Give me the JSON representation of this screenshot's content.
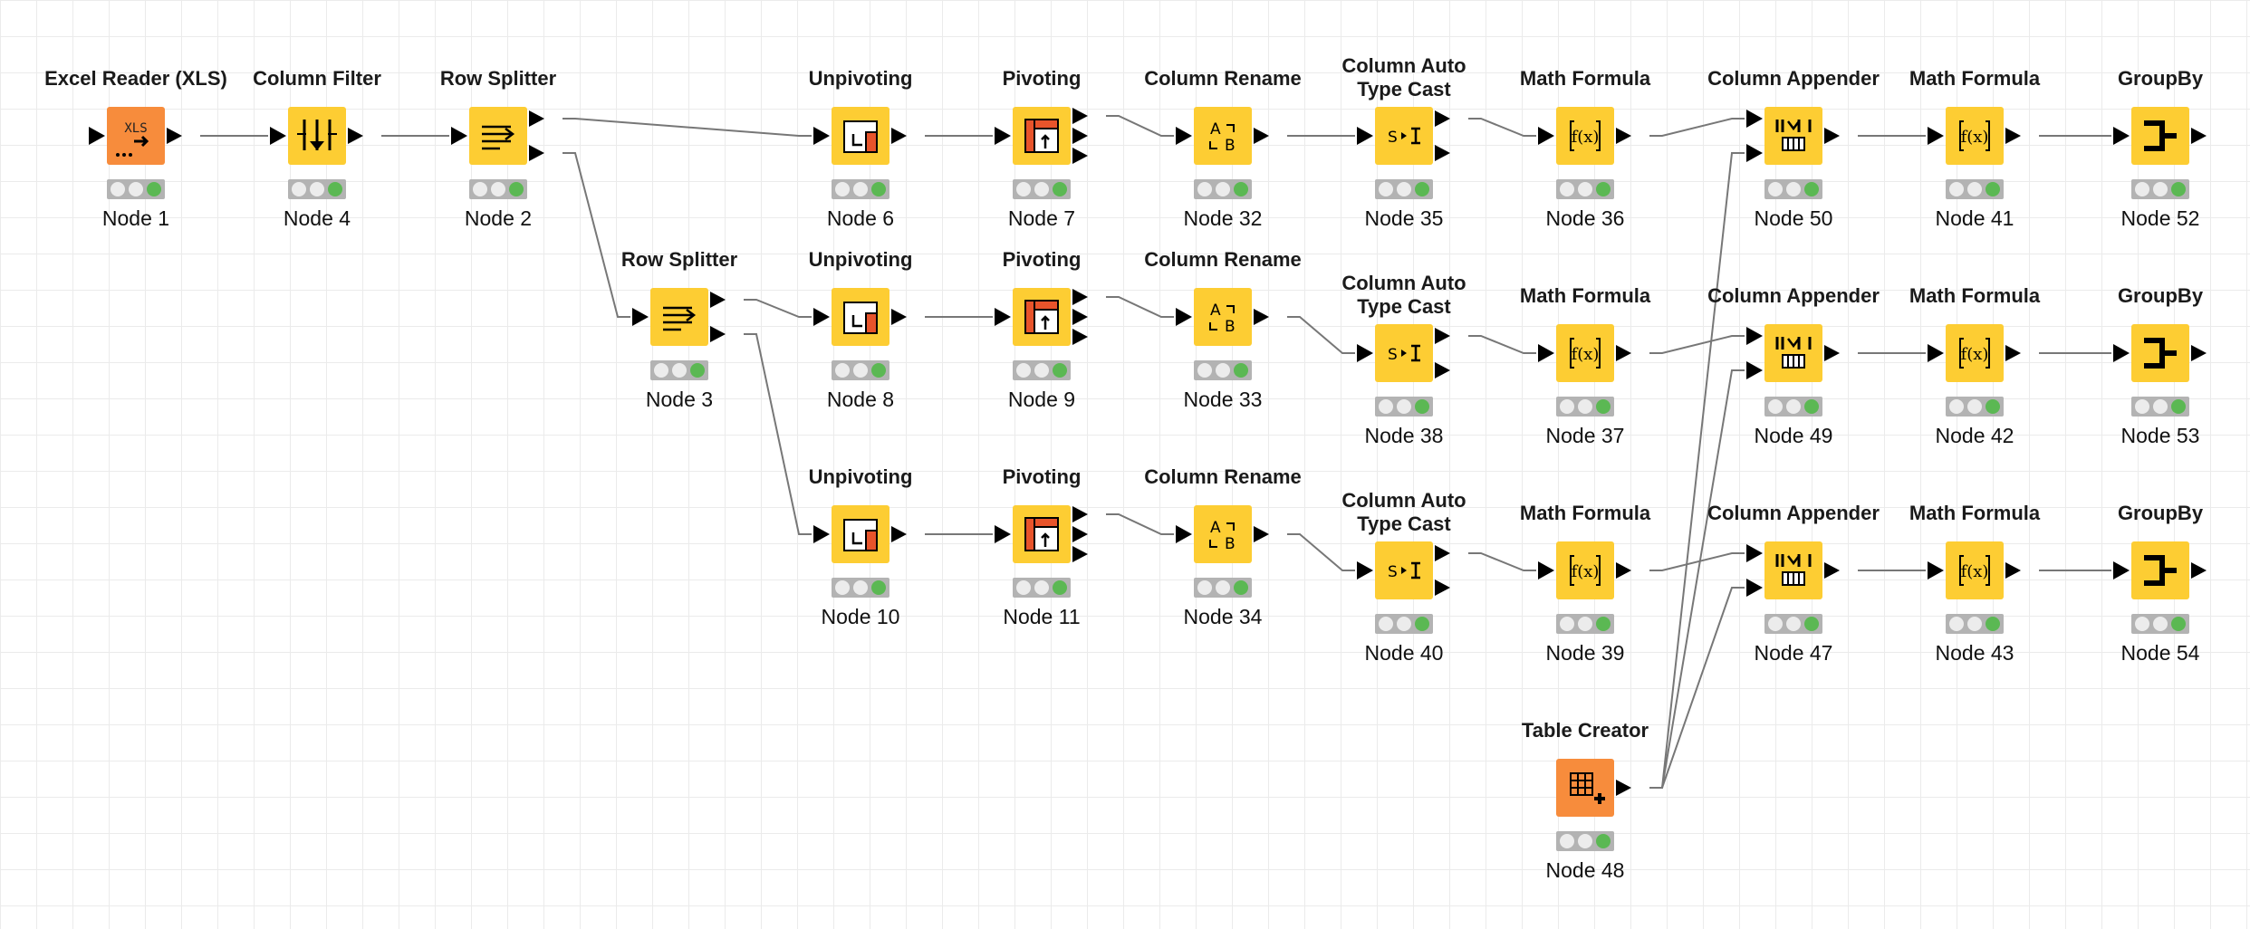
{
  "workflow": {
    "nodes": [
      {
        "id": "n1",
        "title": "Excel Reader (XLS)",
        "label": "Node 1",
        "type": "excel-reader",
        "color": "orange"
      },
      {
        "id": "n4",
        "title": "Column Filter",
        "label": "Node 4",
        "type": "column-filter",
        "color": "yellow"
      },
      {
        "id": "n2",
        "title": "Row Splitter",
        "label": "Node 2",
        "type": "row-splitter",
        "color": "yellow"
      },
      {
        "id": "n6",
        "title": "Unpivoting",
        "label": "Node 6",
        "type": "unpivoting",
        "color": "yellow"
      },
      {
        "id": "n7",
        "title": "Pivoting",
        "label": "Node 7",
        "type": "pivoting",
        "color": "yellow"
      },
      {
        "id": "n32",
        "title": "Column Rename",
        "label": "Node 32",
        "type": "column-rename",
        "color": "yellow"
      },
      {
        "id": "n35",
        "title": "Column Auto Type Cast",
        "label": "Node 35",
        "type": "auto-type-cast",
        "color": "yellow"
      },
      {
        "id": "n36",
        "title": "Math Formula",
        "label": "Node 36",
        "type": "math-formula",
        "color": "yellow"
      },
      {
        "id": "n50",
        "title": "Column Appender",
        "label": "Node 50",
        "type": "column-appender",
        "color": "yellow"
      },
      {
        "id": "n41",
        "title": "Math Formula",
        "label": "Node 41",
        "type": "math-formula",
        "color": "yellow"
      },
      {
        "id": "n52",
        "title": "GroupBy",
        "label": "Node 52",
        "type": "groupby",
        "color": "yellow"
      },
      {
        "id": "n3",
        "title": "Row Splitter",
        "label": "Node 3",
        "type": "row-splitter",
        "color": "yellow"
      },
      {
        "id": "n8",
        "title": "Unpivoting",
        "label": "Node 8",
        "type": "unpivoting",
        "color": "yellow"
      },
      {
        "id": "n9",
        "title": "Pivoting",
        "label": "Node 9",
        "type": "pivoting",
        "color": "yellow"
      },
      {
        "id": "n33",
        "title": "Column Rename",
        "label": "Node 33",
        "type": "column-rename",
        "color": "yellow"
      },
      {
        "id": "n38",
        "title": "Column Auto Type Cast",
        "label": "Node 38",
        "type": "auto-type-cast",
        "color": "yellow"
      },
      {
        "id": "n37",
        "title": "Math Formula",
        "label": "Node 37",
        "type": "math-formula",
        "color": "yellow"
      },
      {
        "id": "n49",
        "title": "Column Appender",
        "label": "Node 49",
        "type": "column-appender",
        "color": "yellow"
      },
      {
        "id": "n42",
        "title": "Math Formula",
        "label": "Node 42",
        "type": "math-formula",
        "color": "yellow"
      },
      {
        "id": "n53",
        "title": "GroupBy",
        "label": "Node 53",
        "type": "groupby",
        "color": "yellow"
      },
      {
        "id": "n10",
        "title": "Unpivoting",
        "label": "Node 10",
        "type": "unpivoting",
        "color": "yellow"
      },
      {
        "id": "n11",
        "title": "Pivoting",
        "label": "Node 11",
        "type": "pivoting",
        "color": "yellow"
      },
      {
        "id": "n34",
        "title": "Column Rename",
        "label": "Node 34",
        "type": "column-rename",
        "color": "yellow"
      },
      {
        "id": "n40",
        "title": "Column Auto Type Cast",
        "label": "Node 40",
        "type": "auto-type-cast",
        "color": "yellow"
      },
      {
        "id": "n39",
        "title": "Math Formula",
        "label": "Node 39",
        "type": "math-formula",
        "color": "yellow"
      },
      {
        "id": "n47",
        "title": "Column Appender",
        "label": "Node 47",
        "type": "column-appender",
        "color": "yellow"
      },
      {
        "id": "n43",
        "title": "Math Formula",
        "label": "Node 43",
        "type": "math-formula",
        "color": "yellow"
      },
      {
        "id": "n54",
        "title": "GroupBy",
        "label": "Node 54",
        "type": "groupby",
        "color": "yellow"
      },
      {
        "id": "n48",
        "title": "Table Creator",
        "label": "Node 48",
        "type": "table-creator",
        "color": "orange"
      }
    ],
    "colors": {
      "node_yellow": "#fdcd33",
      "node_orange": "#f78c3c",
      "status_green": "#5bb853",
      "wire": "#777777"
    }
  }
}
